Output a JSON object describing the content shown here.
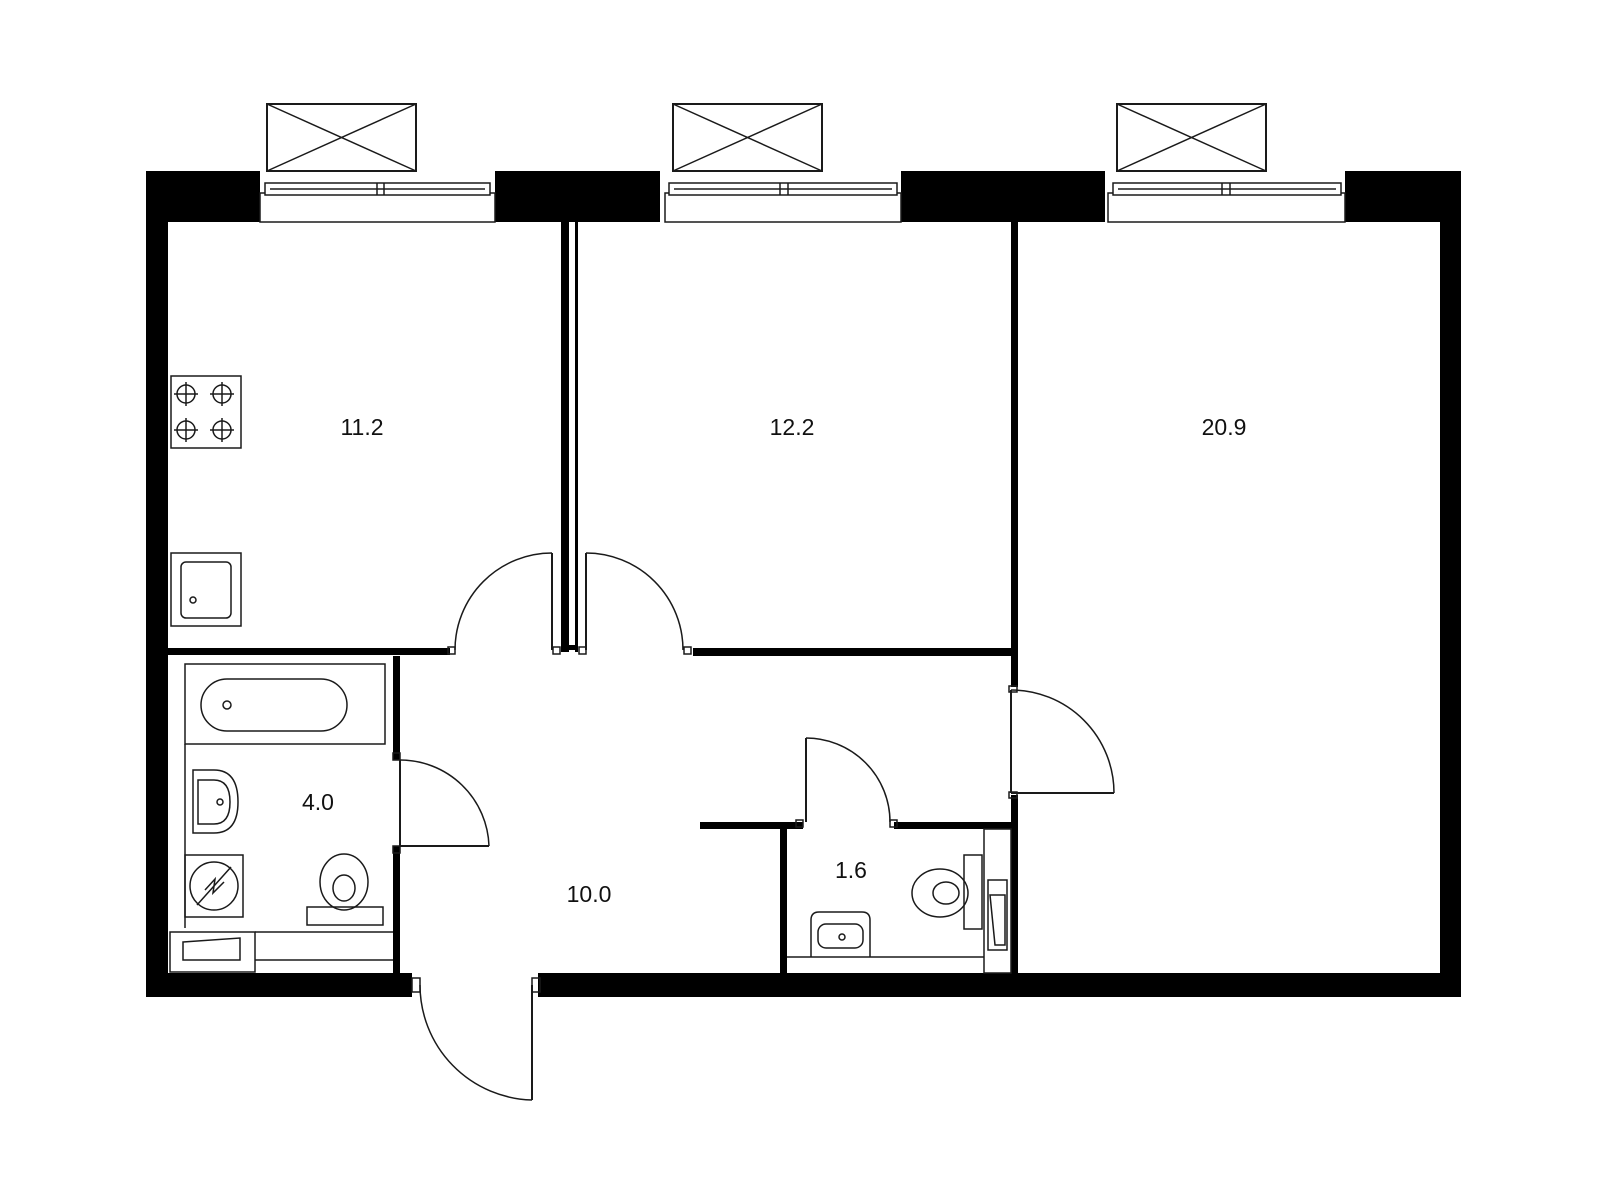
{
  "rooms": {
    "kitchen": {
      "area": "11.2"
    },
    "bedroom": {
      "area": "12.2"
    },
    "living": {
      "area": "20.9"
    },
    "bathroom": {
      "area": "4.0"
    },
    "hall": {
      "area": "10.0"
    },
    "wc": {
      "area": "1.6"
    }
  },
  "icons": [
    "stove-icon",
    "kitchen-sink-icon",
    "bathtub-icon",
    "washbasin-icon",
    "washing-machine-icon",
    "toilet-icon",
    "ac-unit-icon",
    "window-icon",
    "door-swing-icon"
  ],
  "colors": {
    "wall": "#000000",
    "line": "#1a1a1a",
    "background": "#ffffff"
  }
}
